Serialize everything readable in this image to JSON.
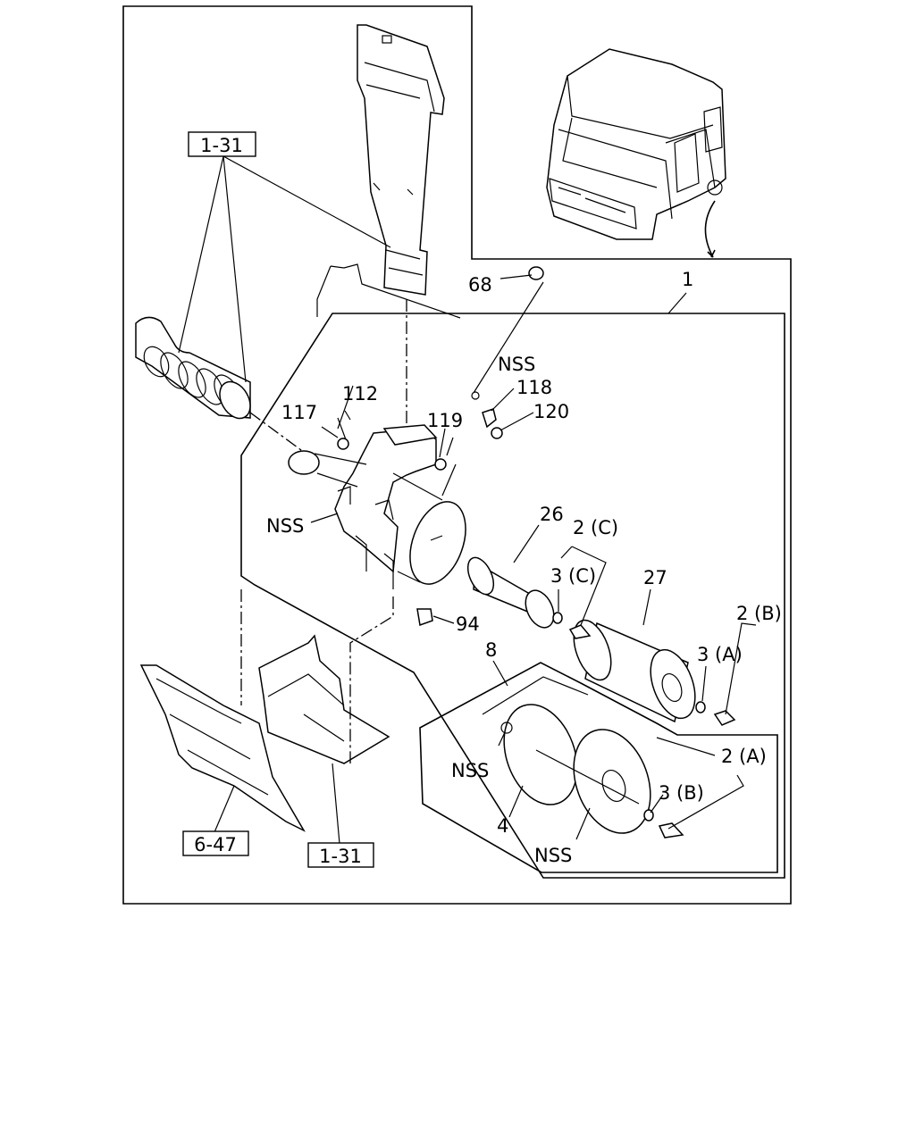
{
  "labels": {
    "l_1_31_top": "1-31",
    "l_1_31_bottom": "1-31",
    "l_6_47": "6-47",
    "l_1": "1",
    "l_68": "68",
    "l_112": "112",
    "l_117": "117",
    "l_119": "119",
    "l_118": "118",
    "l_120": "120",
    "l_nss_1": "NSS",
    "l_nss_2": "NSS",
    "l_nss_3": "NSS",
    "l_nss_4": "NSS",
    "l_26": "26",
    "l_2c": "2 (C)",
    "l_3c": "3 (C)",
    "l_27": "27",
    "l_2b": "2 (B)",
    "l_3a": "3 (A)",
    "l_94": "94",
    "l_8": "8",
    "l_4": "4",
    "l_2a": "2 (A)",
    "l_3b": "3 (B)"
  }
}
